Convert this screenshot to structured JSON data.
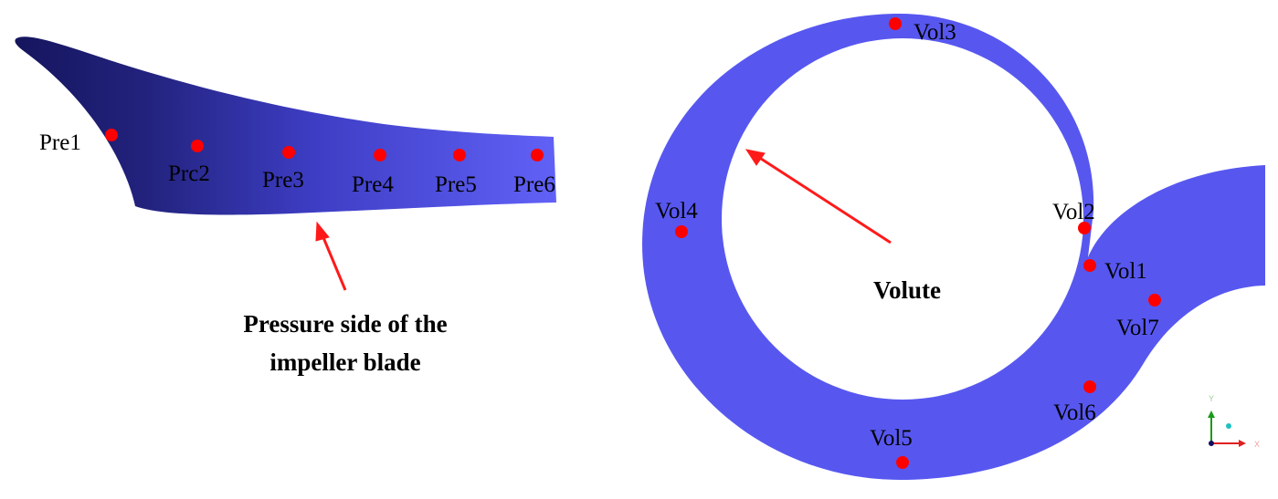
{
  "colors": {
    "blade_dark": "#15155e",
    "blade_light": "#6161f7",
    "volute": "#5757f0",
    "marker": "#ff0000",
    "arrow": "#ff1a1a"
  },
  "blade": {
    "points": [
      "Pre1",
      "Prc2",
      "Pre3",
      "Pre4",
      "Pre5",
      "Pre6"
    ],
    "caption_line1": "Pressure side of the",
    "caption_line2": "impeller blade"
  },
  "volute": {
    "points": [
      "Vol1",
      "Vol2",
      "Vol3",
      "Vol4",
      "Vol5",
      "Vol6",
      "Vol7"
    ],
    "caption": "Volute"
  },
  "axes": {
    "x": "X",
    "y": "Y"
  }
}
